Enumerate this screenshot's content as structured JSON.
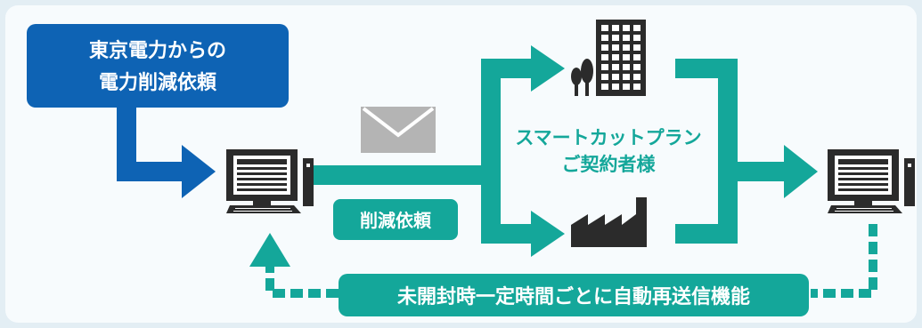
{
  "request_box": {
    "line1": "東京電力からの",
    "line2": "電力削減依頼"
  },
  "request_label": "削減依頼",
  "customer_label": {
    "line1": "スマートカットプラン",
    "line2": "ご契約者様"
  },
  "resend_label": "未開封時一定時間ごとに自動再送信機能",
  "colors": {
    "blue": "#0e63b4",
    "teal": "#14a79a",
    "grey_envelope": "#b4b4b4",
    "icon_dark": "#2b2b2b",
    "background": "#e3eef4"
  },
  "icons": [
    "computer-icon",
    "mail-envelope-icon",
    "office-building-icon",
    "tree-icon",
    "factory-icon"
  ]
}
